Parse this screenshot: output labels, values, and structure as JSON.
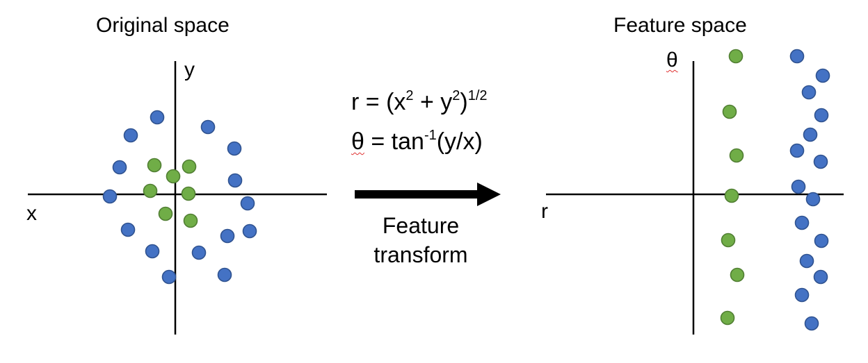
{
  "original": {
    "title": "Original space",
    "x_label": "x",
    "y_label": "y"
  },
  "feature": {
    "title": "Feature space",
    "x_label": "r",
    "y_label": "θ"
  },
  "transform": {
    "formula_r": {
      "lhs": "r = (x",
      "sup1": "2",
      "mid": " + y",
      "sup2": "2",
      "close": ")",
      "sup3": "1/2"
    },
    "formula_theta": {
      "symbol": "θ",
      "lhs": " = tan",
      "sup": "-1",
      "rhs": "(y/x)"
    },
    "caption_line1": "Feature",
    "caption_line2": "transform"
  },
  "colors": {
    "blue": "#4472C4",
    "blue_edge": "#2F528F",
    "green": "#70AD47",
    "green_edge": "#507E32",
    "axis": "#000000"
  }
}
